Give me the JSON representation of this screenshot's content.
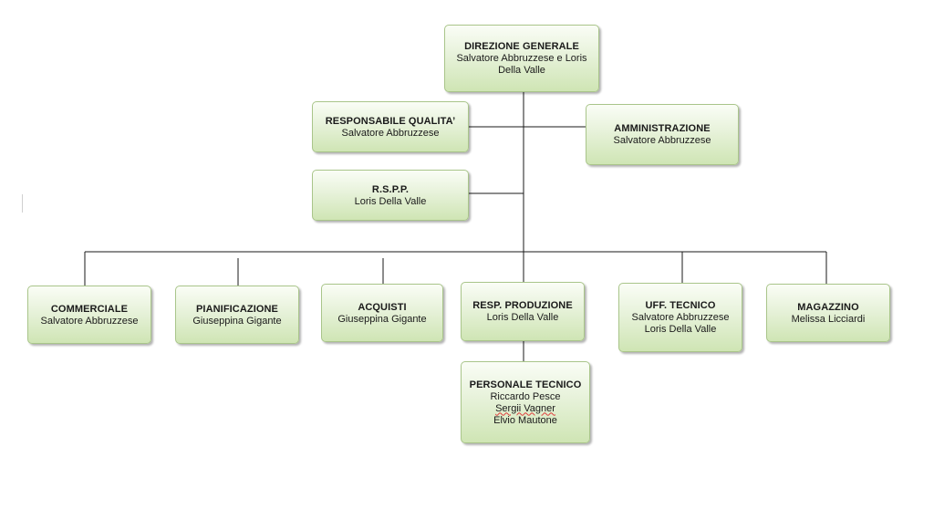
{
  "chart": {
    "nodes": {
      "direzione": {
        "title": "DIREZIONE GENERALE",
        "people": [
          "Salvatore Abbruzzese e Loris",
          "Della Valle"
        ]
      },
      "qualita": {
        "title": "RESPONSABILE QUALITA’",
        "people": [
          "Salvatore Abbruzzese"
        ]
      },
      "amministrazione": {
        "title": "AMMINISTRAZIONE",
        "people": [
          "Salvatore Abbruzzese"
        ]
      },
      "rspp": {
        "title": "R.S.P.P.",
        "people": [
          "Loris Della Valle"
        ]
      },
      "commerciale": {
        "title": "COMMERCIALE",
        "people": [
          "Salvatore Abbruzzese"
        ]
      },
      "pianificazione": {
        "title": "PIANIFICAZIONE",
        "people": [
          "Giuseppina Gigante"
        ]
      },
      "acquisti": {
        "title": "ACQUISTI",
        "people": [
          "Giuseppina Gigante"
        ]
      },
      "produzione": {
        "title": "RESP. PRODUZIONE",
        "people": [
          "Loris Della Valle"
        ]
      },
      "tecnico": {
        "title": "UFF. TECNICO",
        "people": [
          "Salvatore Abbruzzese",
          "Loris Della Valle"
        ]
      },
      "magazzino": {
        "title": "MAGAZZINO",
        "people": [
          "Melissa Licciardi"
        ]
      },
      "personale": {
        "title": "PERSONALE TECNICO",
        "people": [
          "Riccardo Pesce",
          "Sergii Vagner",
          "Elvio Mautone"
        ]
      }
    },
    "colors": {
      "node_border": "#a9c58a",
      "node_fill_top": "#fafdf6",
      "node_fill_bottom": "#cfe5b4",
      "connector": "#1a1a1a",
      "spellcheck_underline": "#e03a3a"
    }
  }
}
